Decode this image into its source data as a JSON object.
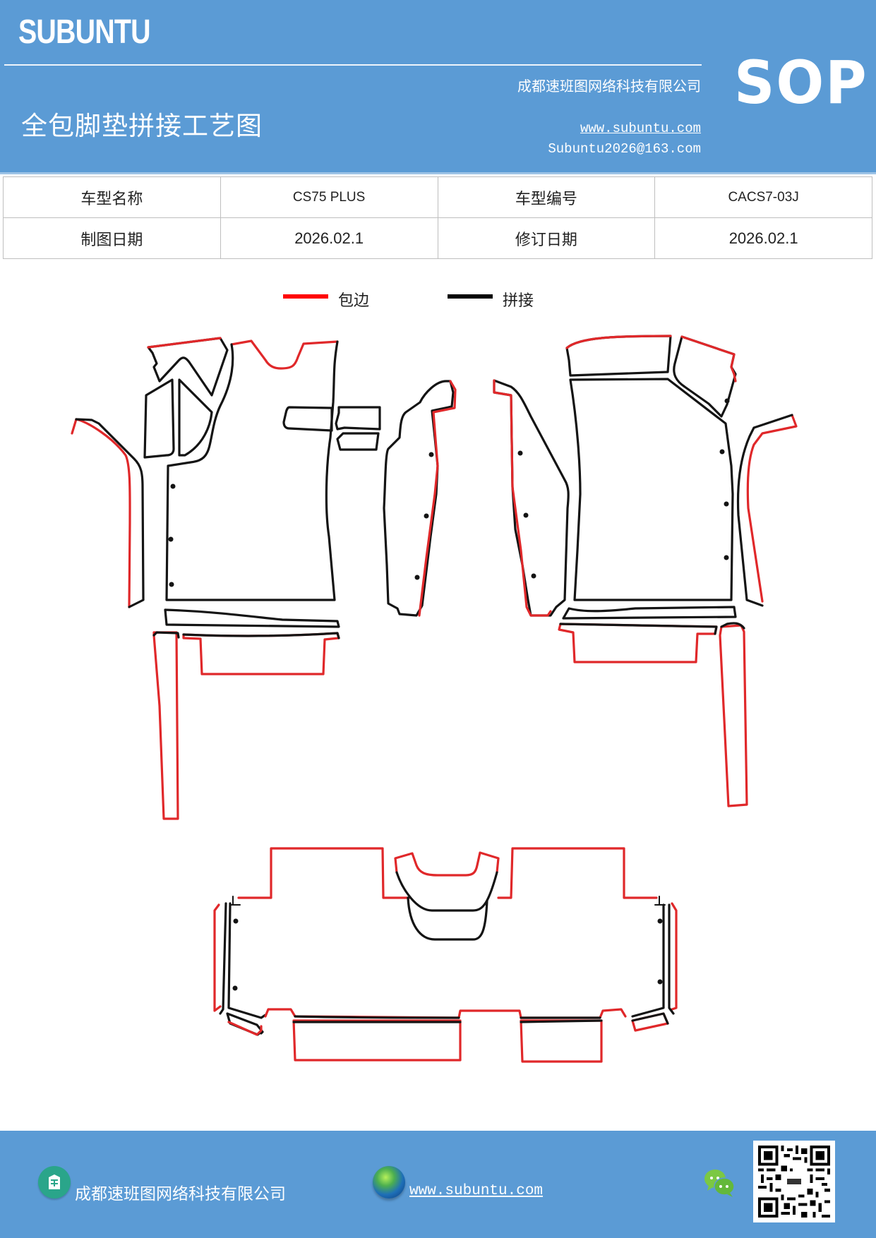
{
  "header": {
    "brand": "SUBUNTU",
    "title": "全包脚垫拼接工艺图",
    "company": "成都速班图网络科技有限公司",
    "website": "www.subuntu.com",
    "email": "Subuntu2026@163.com",
    "badge": "SOP",
    "background_color": "#5b9bd5"
  },
  "info_table": {
    "rows": [
      [
        {
          "label": "车型名称",
          "value": "CS75 PLUS"
        },
        {
          "label": "车型编号",
          "value": "CACS7-03J"
        }
      ],
      [
        {
          "label": "制图日期",
          "value": "2026.02.1"
        },
        {
          "label": "修订日期",
          "value": "2026.02.1"
        }
      ]
    ]
  },
  "legend": {
    "items": [
      {
        "label": "包边",
        "color": "#ff0000"
      },
      {
        "label": "拼接",
        "color": "#000000"
      }
    ]
  },
  "diagram": {
    "edge_color": "#e0282a",
    "seam_color": "#141414",
    "pieces": [
      "front-left-main-mat",
      "front-left-side-strip",
      "front-left-door-sill",
      "front-left-pedal-pieces",
      "front-left-tunnel-panel",
      "front-right-main-mat",
      "front-right-side-strip",
      "front-right-door-sill",
      "front-right-tunnel-panel",
      "rear-main-mat",
      "rear-center-hump",
      "rear-under-seat-pads"
    ]
  },
  "footer": {
    "company": "成都速班图网络科技有限公司",
    "website": "www.subuntu.com ",
    "icons": [
      "company-building-icon",
      "globe-icon",
      "wechat-icon",
      "qr-code"
    ]
  }
}
